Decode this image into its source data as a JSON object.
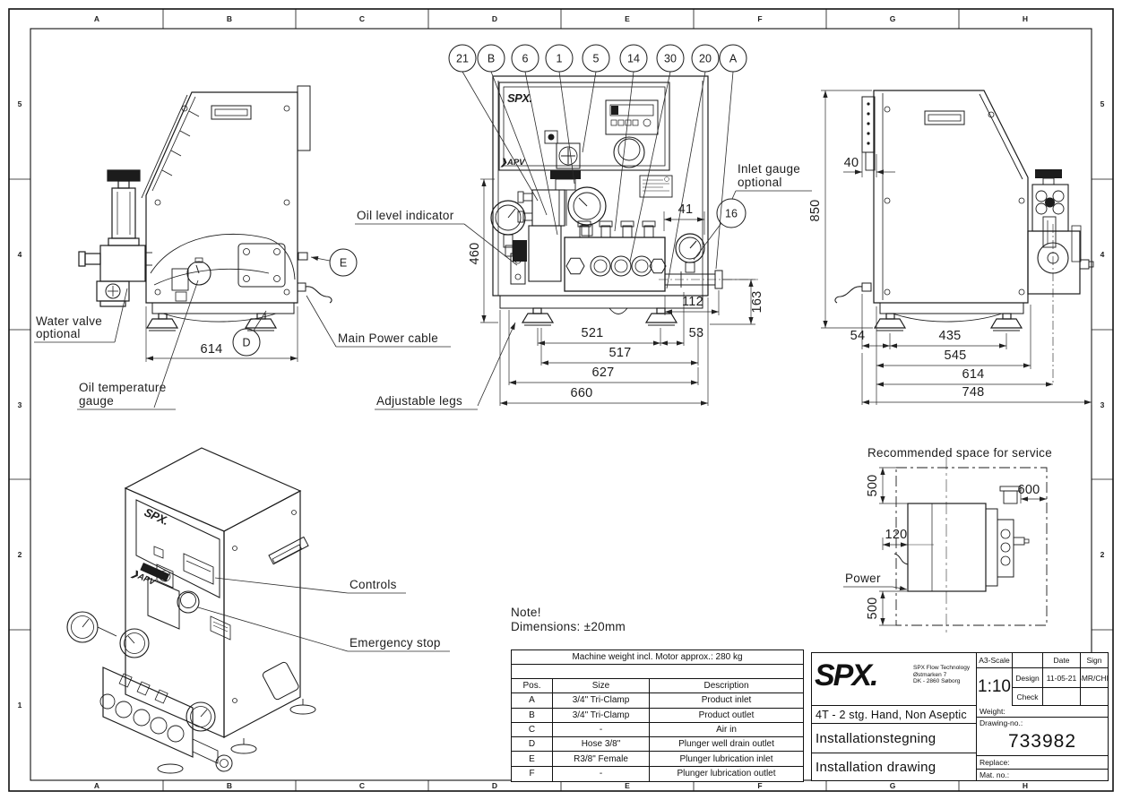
{
  "frame": {
    "cols": [
      "A",
      "B",
      "C",
      "D",
      "E",
      "F",
      "G",
      "H"
    ],
    "rows": [
      "5",
      "4",
      "3",
      "2",
      "1"
    ]
  },
  "logos": {
    "spx_dot": "SPX.",
    "apv": "&#10095;APV"
  },
  "balloons": {
    "top": [
      "21",
      "B",
      "6",
      "1",
      "5",
      "14",
      "30",
      "20",
      "A"
    ],
    "inlet_gauge": "16",
    "lube_inlet": "E",
    "drain": "D"
  },
  "labels": {
    "oil_level": "Oil level indicator",
    "water_valve_line1": "Water valve",
    "water_valve_line2": "optional",
    "oil_temp_line1": "Oil temperature",
    "oil_temp_line2": "gauge",
    "main_power": "Main Power cable",
    "adjustable_legs": "Adjustable legs",
    "inlet_gauge_line1": "Inlet gauge",
    "inlet_gauge_line2": "optional",
    "controls": "Controls",
    "emergency_stop": "Emergency stop",
    "service_title": "Recommended space for service",
    "power": "Power",
    "note_line1": "Note!",
    "note_line2": "Dimensions: ±20mm"
  },
  "dims": {
    "left_width": "614",
    "front_height": "460",
    "front_offset": "41",
    "front_outlet_x": "112",
    "front_outlet_y": "163",
    "front_feet": "521",
    "front_right": "53",
    "front_inner": "517",
    "front_mid": "627",
    "front_total": "660",
    "right_top": "40",
    "right_height": "850",
    "right_left": "54",
    "right_feet": "435",
    "right_base": "545",
    "right_body": "614",
    "right_total": "748",
    "svc_top": "500",
    "svc_right": "600",
    "svc_left": "120",
    "svc_bottom": "500"
  },
  "table": {
    "title": "Machine weight incl. Motor approx.: 280 kg",
    "headers": [
      "Pos.",
      "Size",
      "Description"
    ],
    "rows": [
      {
        "pos": "A",
        "size": "3/4\" Tri-Clamp",
        "desc": "Product inlet"
      },
      {
        "pos": "B",
        "size": "3/4\" Tri-Clamp",
        "desc": "Product outlet"
      },
      {
        "pos": "C",
        "size": "-",
        "desc": "Air in"
      },
      {
        "pos": "D",
        "size": "Hose 3/8\"",
        "desc": "Plunger well drain outlet"
      },
      {
        "pos": "E",
        "size": "R3/8\" Female",
        "desc": "Plunger lubrication inlet"
      },
      {
        "pos": "F",
        "size": "-",
        "desc": "Plunger lubrication outlet"
      }
    ]
  },
  "titleblock": {
    "logo": "SPX.",
    "company_line1": "SPX Flow Technology",
    "company_line2": "Østmarken 7",
    "company_line3": "DK - 2860 Søborg",
    "scale_label": "A3-Scale",
    "scale_value": "1:10",
    "date_label": "Date",
    "sign_label": "Sign",
    "design_label": "Design",
    "check_label": "Check",
    "design_date": "11-05-21",
    "design_sign": "BMR/CHD",
    "product": "4T - 2 stg. Hand, Non Aseptic",
    "title_local": "Installationstegning",
    "title_en": "Installation drawing",
    "weight_label": "Weight:",
    "drawing_no_label": "Drawing-no.:",
    "drawing_no": "733982",
    "replace_label": "Replace:",
    "mat_no_label": "Mat. no.:"
  }
}
